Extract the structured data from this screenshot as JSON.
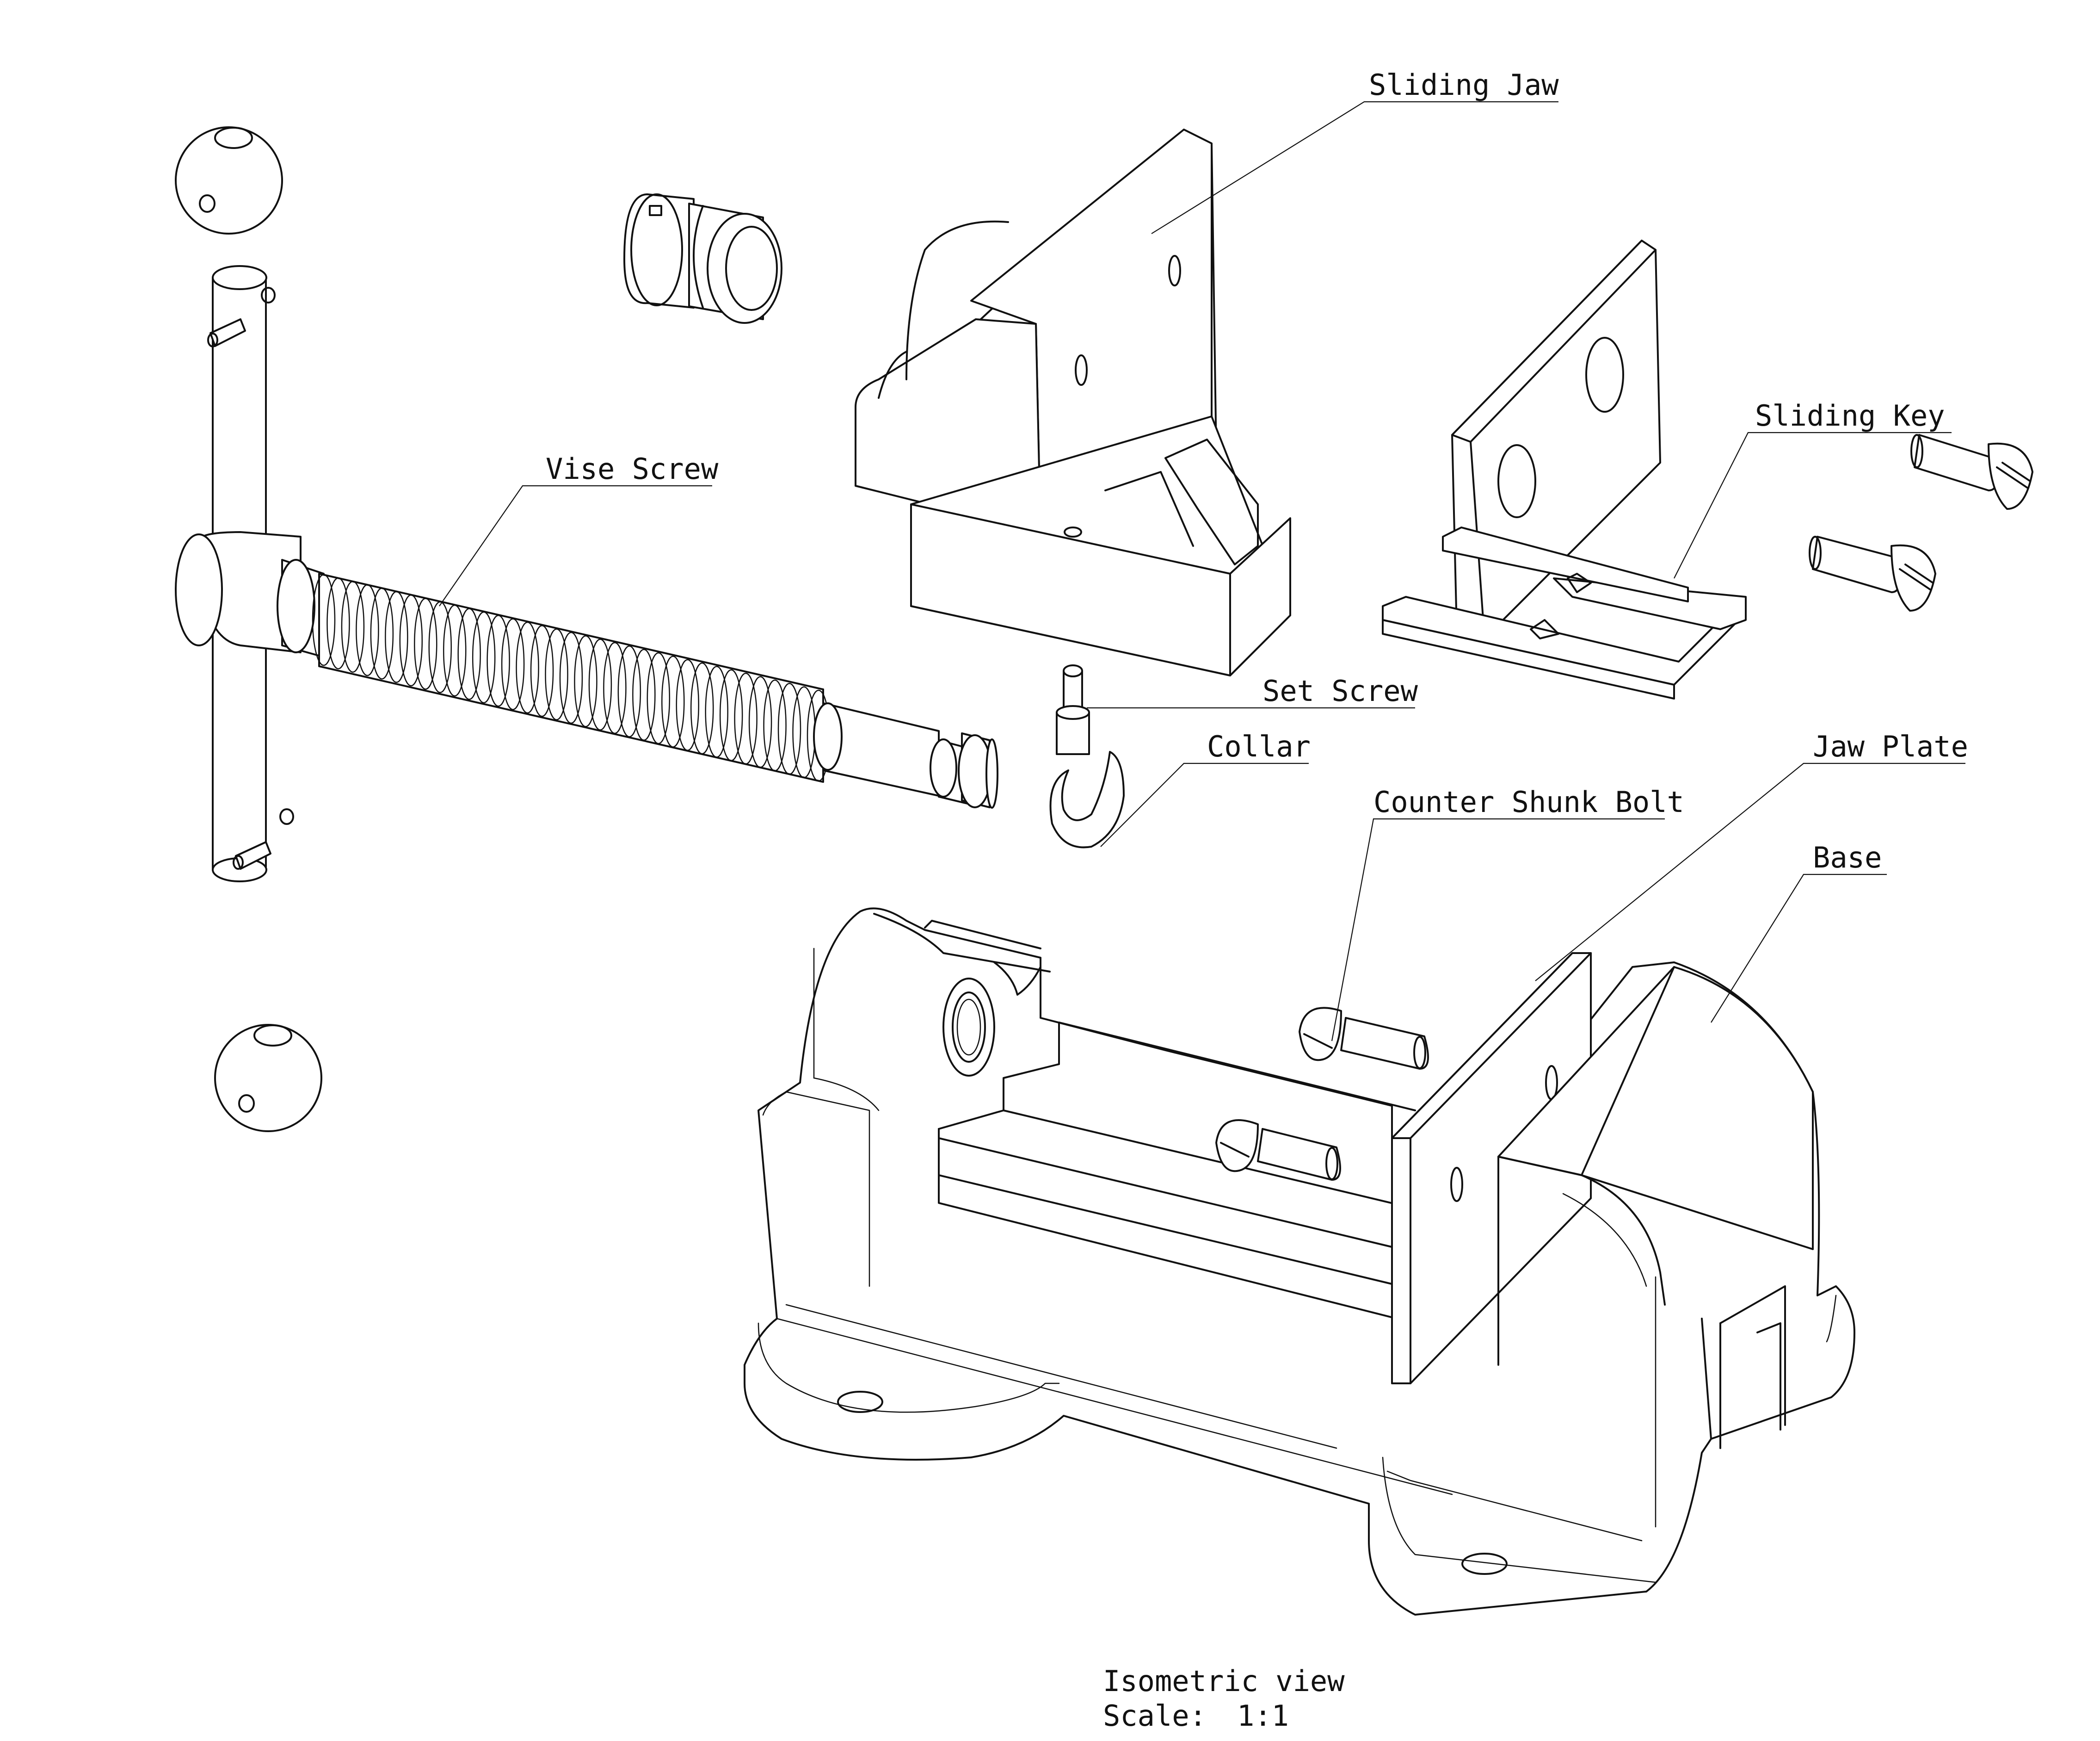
{
  "labels": {
    "sliding_jaw": "Sliding Jaw",
    "vise_screw": "Vise Screw",
    "sliding_key": "Sliding Key",
    "set_screw": "Set Screw",
    "collar": "Collar",
    "jaw_plate": "Jaw Plate",
    "counter_shunk_bolt": "Counter Shunk Bolt",
    "base": "Base"
  },
  "caption": {
    "view": "Isometric view",
    "scale_label": "Scale:",
    "scale_value": "1:1"
  }
}
